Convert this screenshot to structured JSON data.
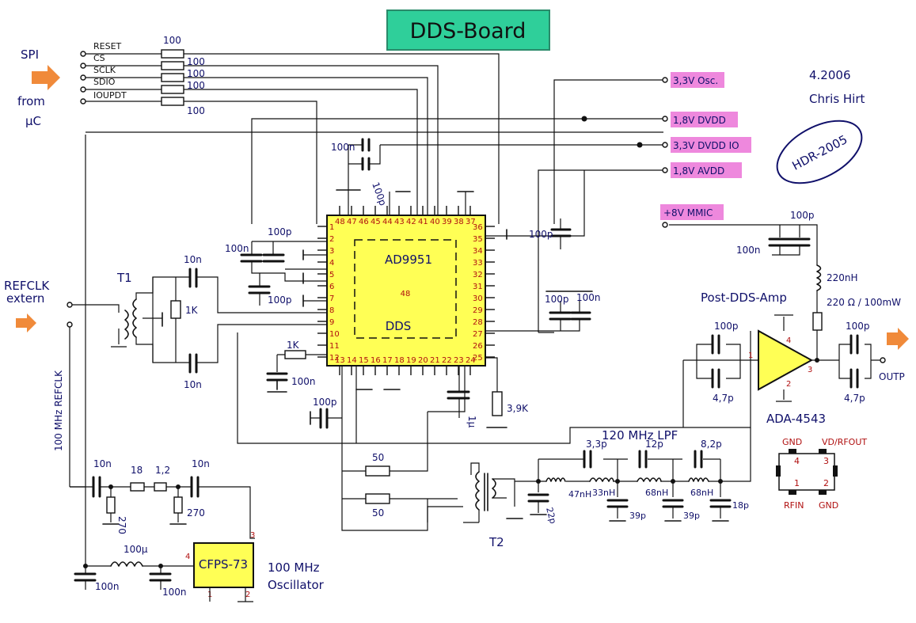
{
  "title": "DDS-Board",
  "author": {
    "date": "4.2006",
    "name": "Chris Hirt"
  },
  "project_badge": "HDR-2005",
  "spi": {
    "label_1": "SPI",
    "label_2": "from",
    "label_3": "µC",
    "signals": [
      "RESET",
      "CS",
      "SCLK",
      "SDIO",
      "IOUPDT"
    ],
    "resistors": [
      "100",
      "100",
      "100",
      "100",
      "100"
    ]
  },
  "supplies": [
    "3,3V Osc.",
    "1,8V DVDD",
    "3,3V DVDD IO",
    "1,8V AVDD",
    "+8V MMIC"
  ],
  "dds_chip": {
    "part": "AD9951",
    "pins": "48",
    "name": "DDS",
    "left_pins": [
      "1",
      "2",
      "3",
      "4",
      "5",
      "6",
      "7",
      "8",
      "9",
      "10",
      "11",
      "12"
    ],
    "right_pins": [
      "36",
      "35",
      "34",
      "33",
      "32",
      "31",
      "30",
      "29",
      "28",
      "27",
      "26",
      "25"
    ],
    "top_pins": [
      "48",
      "47",
      "46",
      "45",
      "44",
      "43",
      "42",
      "41",
      "40",
      "39",
      "38",
      "37"
    ],
    "bottom_pins": [
      "13",
      "14",
      "15",
      "16",
      "17",
      "18",
      "19",
      "20",
      "21",
      "22",
      "23",
      "24"
    ]
  },
  "refclk": {
    "input_label_1": "REFCLK",
    "input_label_2": "extern",
    "net_label": "100 MHz REFCLK"
  },
  "transformer_1": "T1",
  "transformer_2": "T2",
  "oscillator": {
    "part": "CFPS-73",
    "label_1": "100 MHz",
    "label_2": "Oscillator",
    "pins": [
      "1",
      "2",
      "3",
      "4"
    ]
  },
  "lpf": {
    "title": "120 MHz LPF",
    "inductors": [
      "47nH",
      "33nH",
      "68nH",
      "68nH"
    ],
    "shunt_caps": [
      "22p",
      "39p",
      "39p",
      "18p"
    ],
    "series_caps": [
      "3,3p",
      "12p",
      "8,2p"
    ]
  },
  "amp": {
    "title": "Post-DDS-Amp",
    "part": "ADA-4543",
    "pins": [
      "1",
      "2",
      "3",
      "4"
    ],
    "inductor": "220nH",
    "resistor": "220 Ω / 100mW",
    "output": "OUTP"
  },
  "pinout": {
    "gnd_top": "GND",
    "vd_rfout": "VD/RFOUT",
    "rf_in": "RFIN",
    "gnd_bottom": "GND",
    "pins": [
      "4",
      "3",
      "1",
      "2"
    ]
  },
  "components": {
    "c_10n": "10n",
    "c_100n": "100n",
    "c_100p": "100p",
    "c_1u": "1µ",
    "c_47p": "4,7p",
    "r_1k": "1K",
    "r_39k": "3,9K",
    "r_50": "50",
    "r_18": "18",
    "r_12": "1,2",
    "r_270": "270",
    "l_100u": "100µ"
  },
  "colors": {
    "title_box": "#2fcf9a",
    "highlight": "#ee88dd",
    "chip": "#ffff55",
    "arrow": "#f08a3a",
    "ink": "#10106a",
    "pin_red": "#b01010"
  }
}
